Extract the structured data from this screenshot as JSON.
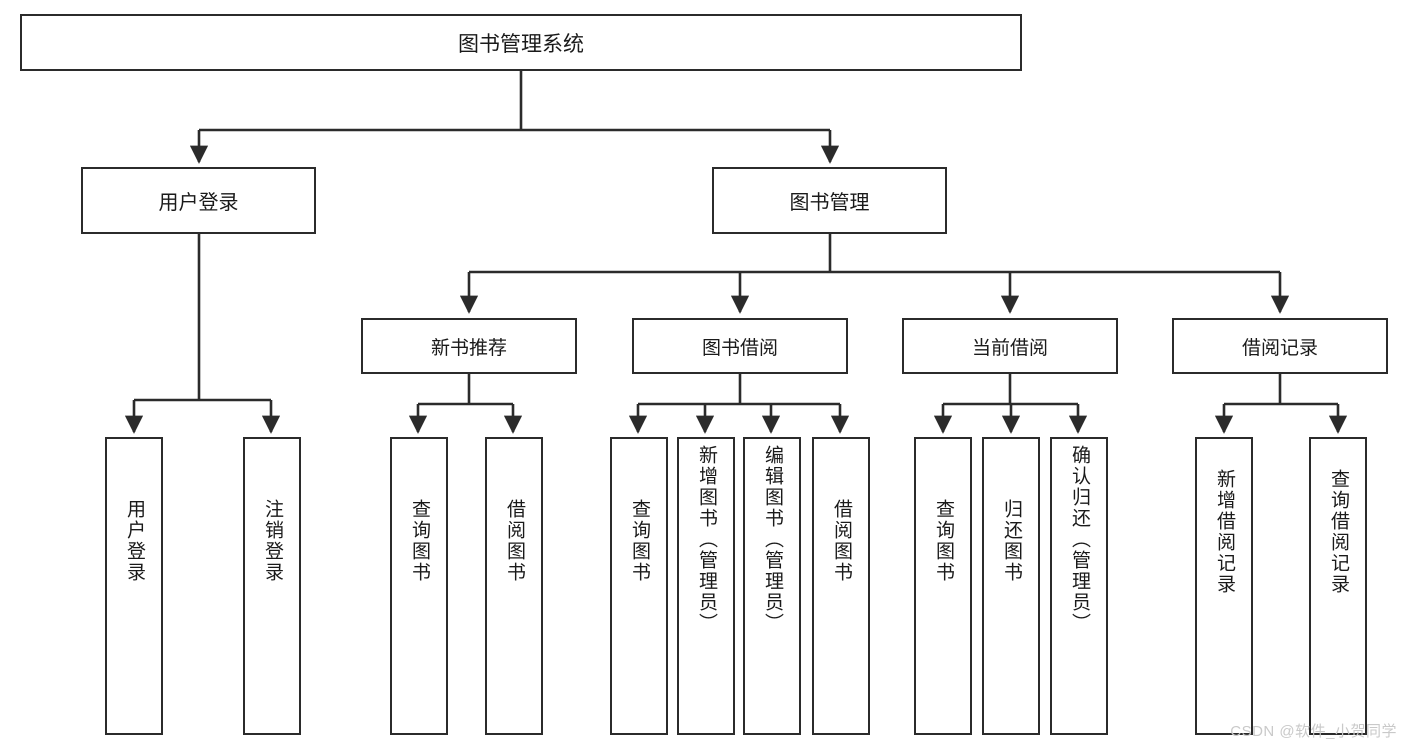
{
  "diagram": {
    "type": "tree-hierarchy",
    "title": "图书管理系统",
    "root": {
      "label": "图书管理系统"
    },
    "level1": [
      {
        "label": "用户登录"
      },
      {
        "label": "图书管理"
      }
    ],
    "level2": [
      {
        "label": "新书推荐"
      },
      {
        "label": "图书借阅"
      },
      {
        "label": "当前借阅"
      },
      {
        "label": "借阅记录"
      }
    ],
    "leaves": {
      "user_login": [
        {
          "label": "用户登录"
        },
        {
          "label": "注销登录"
        }
      ],
      "new_book_recommend": [
        {
          "label": "查询图书"
        },
        {
          "label": "借阅图书"
        }
      ],
      "book_borrow": [
        {
          "label": "查询图书"
        },
        {
          "label": "新增图书（管理员）"
        },
        {
          "label": "编辑图书（管理员）"
        },
        {
          "label": "借阅图书"
        }
      ],
      "current_borrow": [
        {
          "label": "查询图书"
        },
        {
          "label": "归还图书"
        },
        {
          "label": "确认归还（管理员）"
        }
      ],
      "borrow_record": [
        {
          "label": "新增借阅记录"
        },
        {
          "label": "查询借阅记录"
        }
      ]
    }
  },
  "watermark": {
    "text": "CSDN @软件_小贺同学"
  },
  "colors": {
    "stroke": "#2b2b2b",
    "fill": "#ffffff",
    "text": "#1a1a1a",
    "watermark": "#c9c9c9"
  }
}
